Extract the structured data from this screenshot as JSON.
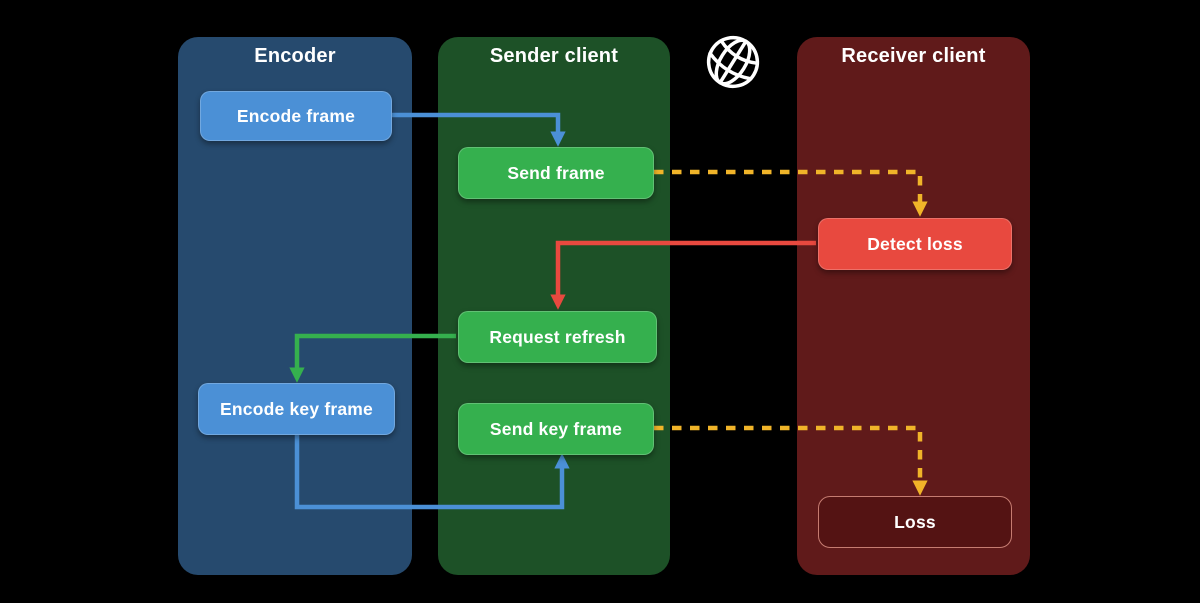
{
  "columns": [
    {
      "id": "encoder",
      "label": "Encoder"
    },
    {
      "id": "sender",
      "label": "Sender client"
    },
    {
      "id": "receiver",
      "label": "Receiver client"
    }
  ],
  "nodes": {
    "encode_frame": {
      "label": "Encode frame",
      "column": "Encoder",
      "color": "#4b90d6"
    },
    "send_frame": {
      "label": "Send frame",
      "column": "Sender client",
      "color": "#35b04e"
    },
    "detect_loss": {
      "label": "Detect loss",
      "column": "Receiver client",
      "color": "#e8493f"
    },
    "request_refresh": {
      "label": "Request refresh",
      "column": "Sender client",
      "color": "#35b04e"
    },
    "encode_key_frame": {
      "label": "Encode key frame",
      "column": "Encoder",
      "color": "#4b90d6"
    },
    "send_key_frame": {
      "label": "Send key frame",
      "column": "Sender client",
      "color": "#35b04e"
    },
    "loss": {
      "label": "Loss",
      "column": "Receiver client",
      "color": "#541313",
      "border": "#c67c71",
      "outlined": true
    }
  },
  "edges": [
    {
      "from": "Encode frame",
      "to": "Send frame",
      "style": "solid",
      "color": "#4b90d6"
    },
    {
      "from": "Send frame",
      "to": "Detect loss",
      "style": "dashed",
      "color": "#f0b429"
    },
    {
      "from": "Detect loss",
      "to": "Request refresh",
      "style": "solid",
      "color": "#e8493f"
    },
    {
      "from": "Request refresh",
      "to": "Encode key frame",
      "style": "solid",
      "color": "#35b04e"
    },
    {
      "from": "Encode key frame",
      "to": "Send key frame",
      "style": "solid",
      "color": "#4b90d6"
    },
    {
      "from": "Send key frame",
      "to": "Loss",
      "style": "dashed",
      "color": "#f0b429"
    }
  ],
  "icons": {
    "globe": "globe-icon"
  },
  "colors": {
    "background": "#000000",
    "encoder_column": "#264a6e",
    "sender_column": "#1d5127",
    "receiver_column": "#601a1a",
    "blue_node": "#4b90d6",
    "green_node": "#35b04e",
    "red_node": "#e8493f",
    "loss_background": "#541313",
    "loss_border": "#c67c71",
    "yellow_arrow": "#f0b429",
    "text": "#ffffff"
  }
}
